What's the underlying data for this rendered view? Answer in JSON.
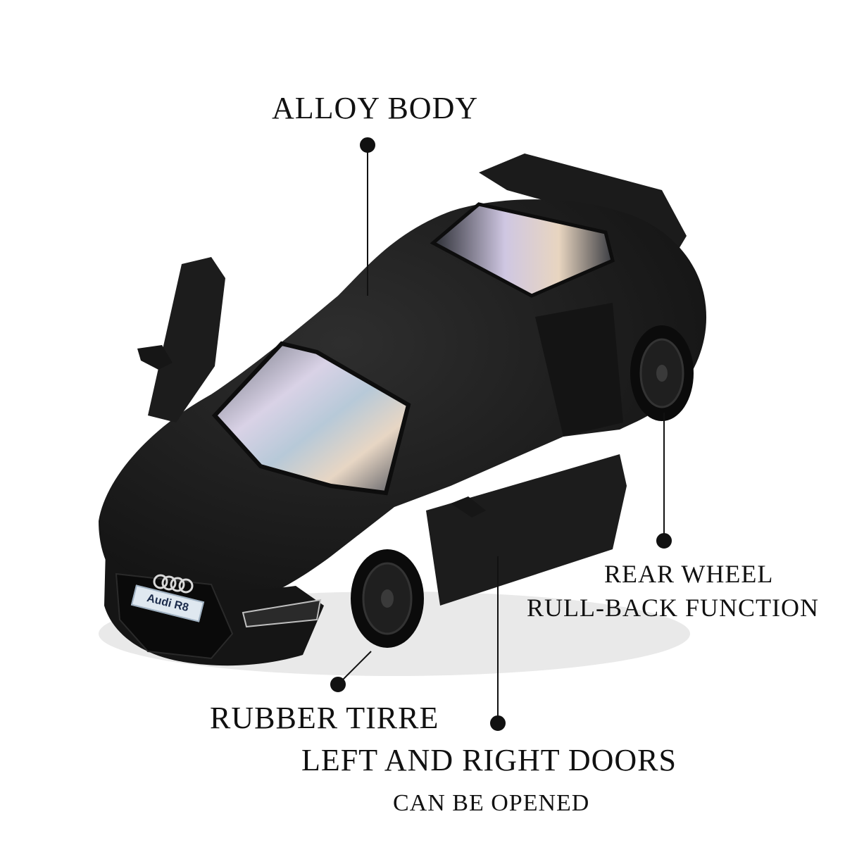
{
  "product": {
    "badge_text": "Audi R8",
    "body_color": "#1a1a1a"
  },
  "callouts": {
    "alloy_body": "ALLOY BODY",
    "rear_wheel_line1": "REAR WHEEL",
    "rear_wheel_line2": "RULL-BACK FUNCTION",
    "rubber_tire": "RUBBER TIRRE",
    "doors_line1": "LEFT AND RIGHT DOORS",
    "doors_line2": "CAN BE OPENED"
  }
}
